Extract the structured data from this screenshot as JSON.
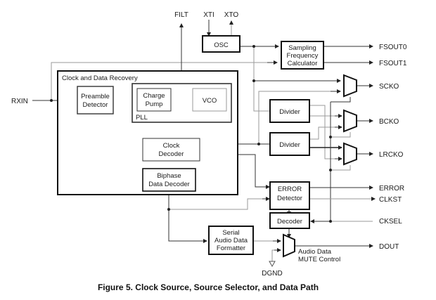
{
  "figure": {
    "caption": "Figure 5. Clock Source, Source Selector, and Data Path"
  },
  "pins": {
    "filt": "FILT",
    "xti": "XTI",
    "xto": "XTO",
    "rxin": "RXIN",
    "fsout0": "FSOUT0",
    "fsout1": "FSOUT1",
    "scko": "SCKO",
    "bcko": "BCKO",
    "lrcko": "LRCKO",
    "error": "ERROR",
    "clkst": "CLKST",
    "cksel": "CKSEL",
    "dout": "DOUT",
    "dgnd": "DGND"
  },
  "blocks": {
    "osc": [
      "OSC"
    ],
    "sampling_calc": [
      "Sampling",
      "Frequency",
      "Calculator"
    ],
    "cdr_title": "Clock and Data Recovery",
    "preamble": [
      "Preamble",
      "Detector"
    ],
    "charge_pump": [
      "Charge",
      "Pump"
    ],
    "vco": [
      "VCO"
    ],
    "pll": "PLL",
    "clock_decoder": [
      "Clock",
      "Decoder"
    ],
    "biphase": [
      "Biphase",
      "Data Decoder"
    ],
    "divider1": [
      "Divider"
    ],
    "divider2": [
      "Divider"
    ],
    "error_detector": [
      "ERROR",
      "Detector"
    ],
    "decoder": [
      "Decoder"
    ],
    "serial_formatter": [
      "Serial",
      "Audio Data",
      "Formatter"
    ],
    "mute_label": [
      "Audio Data",
      "MUTE Control"
    ]
  }
}
